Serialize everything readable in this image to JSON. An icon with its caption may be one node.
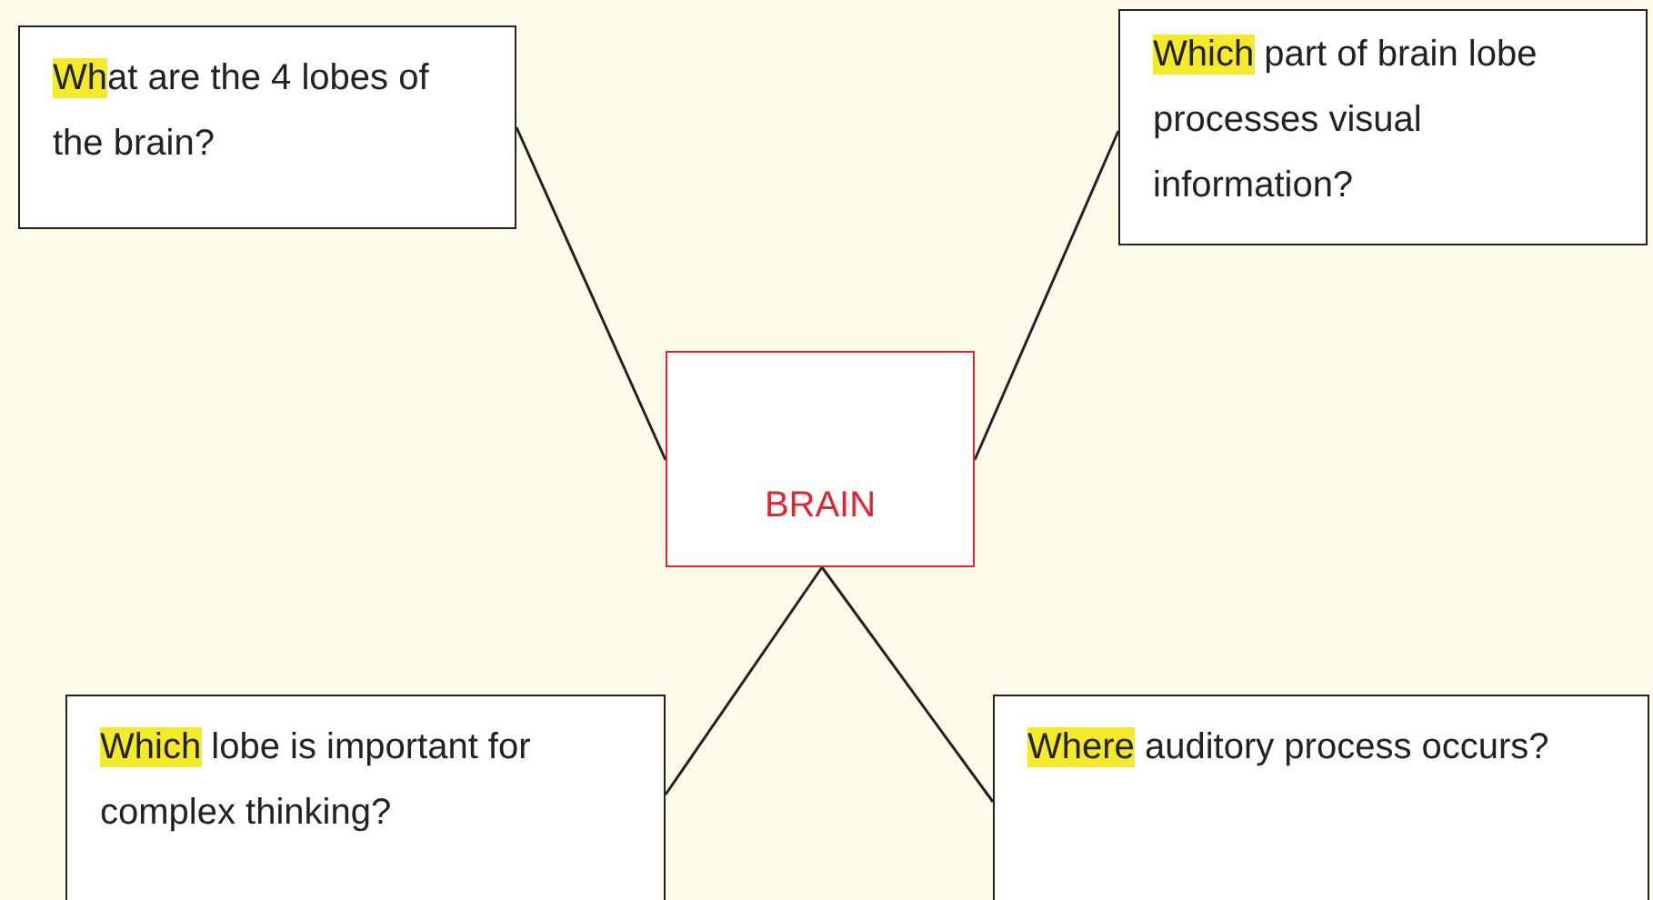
{
  "diagram": {
    "nodes": [
      {
        "text": [
          "What are the 4 lobes of the brain?"
        ]
      },
      {
        "text": [
          "Which part of brain lobe processes visual information?"
        ]
      },
      {
        "text": [
          "BRAIN"
        ]
      },
      {
        "text": [
          "Which lobe is important for complex thinking?"
        ]
      },
      {
        "text": [
          "Where auditory process occurs?"
        ]
      }
    ],
    "edges": [
      {
        "from": 0,
        "to": 2,
        "arrow": "none"
      },
      {
        "from": 1,
        "to": 2,
        "arrow": "none"
      },
      {
        "from": 2,
        "to": 3,
        "arrow": "none"
      },
      {
        "from": 2,
        "to": 4,
        "arrow": "none"
      }
    ]
  }
}
